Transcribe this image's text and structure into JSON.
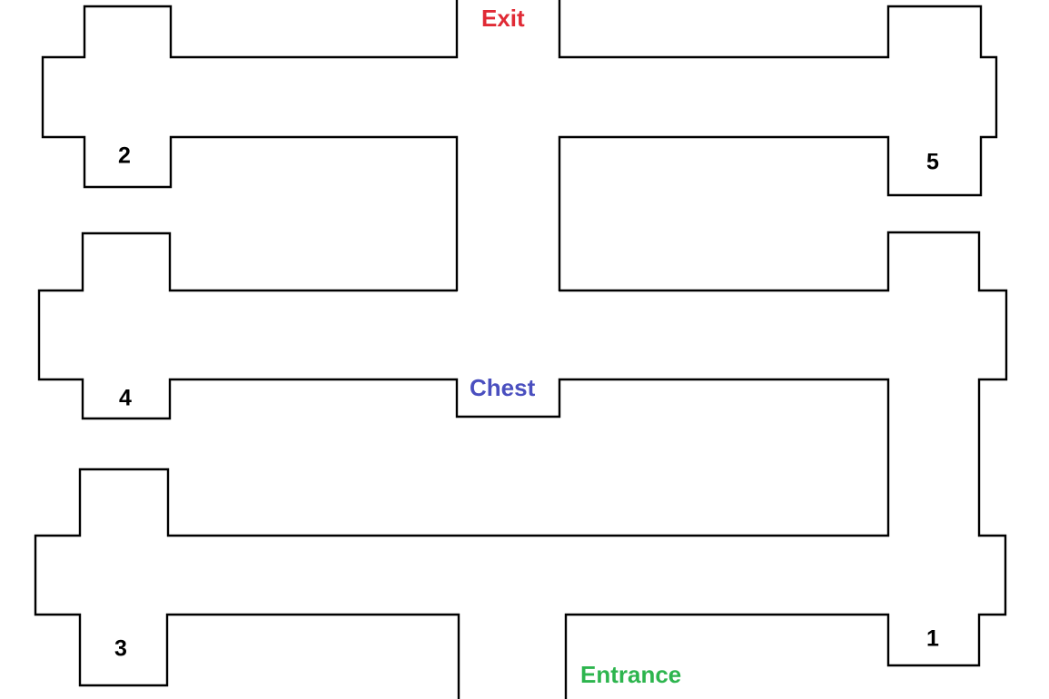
{
  "labels": {
    "exit": "Exit",
    "chest": "Chest",
    "entrance": "Entrance"
  },
  "rooms": {
    "r1": "1",
    "r2": "2",
    "r3": "3",
    "r4": "4",
    "r5": "5"
  },
  "colors": {
    "exit": "#e02a35",
    "chest": "#4a4fbf",
    "entrance": "#2db54e",
    "walls": "#000000",
    "room_numbers": "#000000"
  }
}
